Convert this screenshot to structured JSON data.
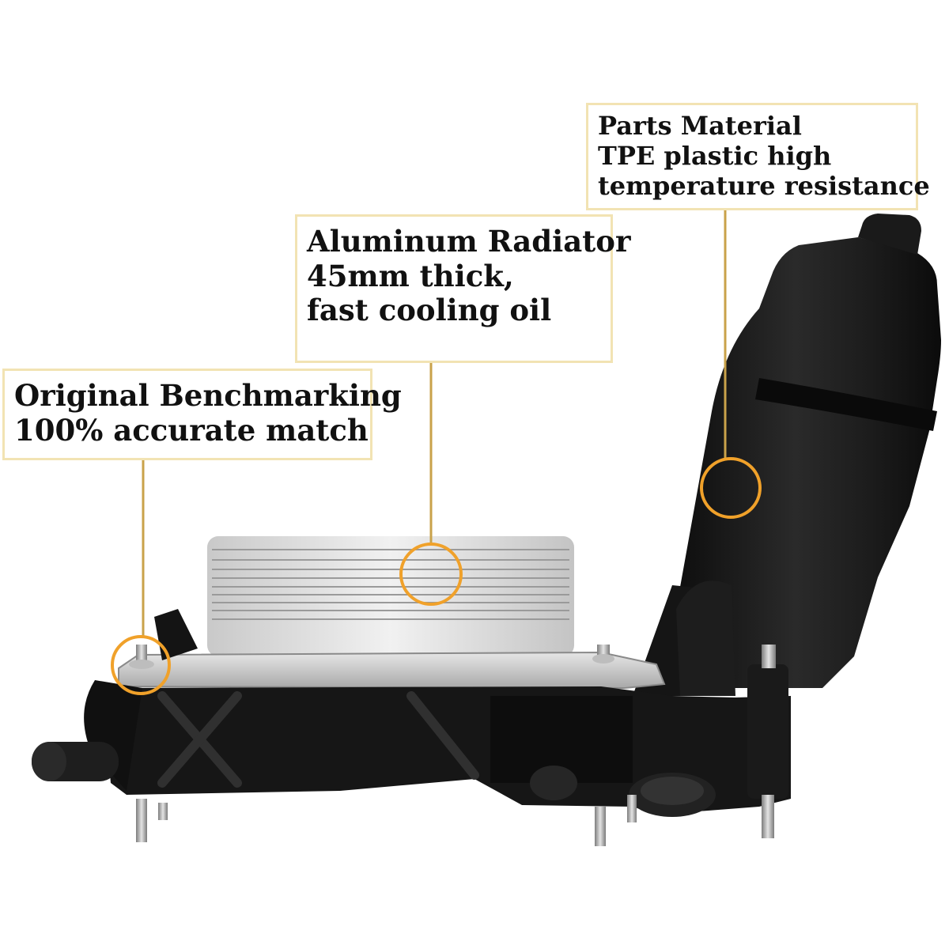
{
  "callouts": {
    "material": {
      "line1": "Parts Material",
      "line2": "TPE plastic high",
      "line3": "temperature resistance"
    },
    "radiator": {
      "line1": "Aluminum Radiator",
      "line2": "45mm thick,",
      "line3": "fast cooling oil"
    },
    "benchmark": {
      "line1": "Original Benchmarking",
      "line2": "100% accurate match"
    }
  },
  "colors": {
    "callout_border": "#f2e3b3",
    "leader_line": "#c9a24a",
    "highlight_circle": "#f0a12a",
    "housing_black": "#161616",
    "radiator_silver": "#dcdcdc"
  }
}
